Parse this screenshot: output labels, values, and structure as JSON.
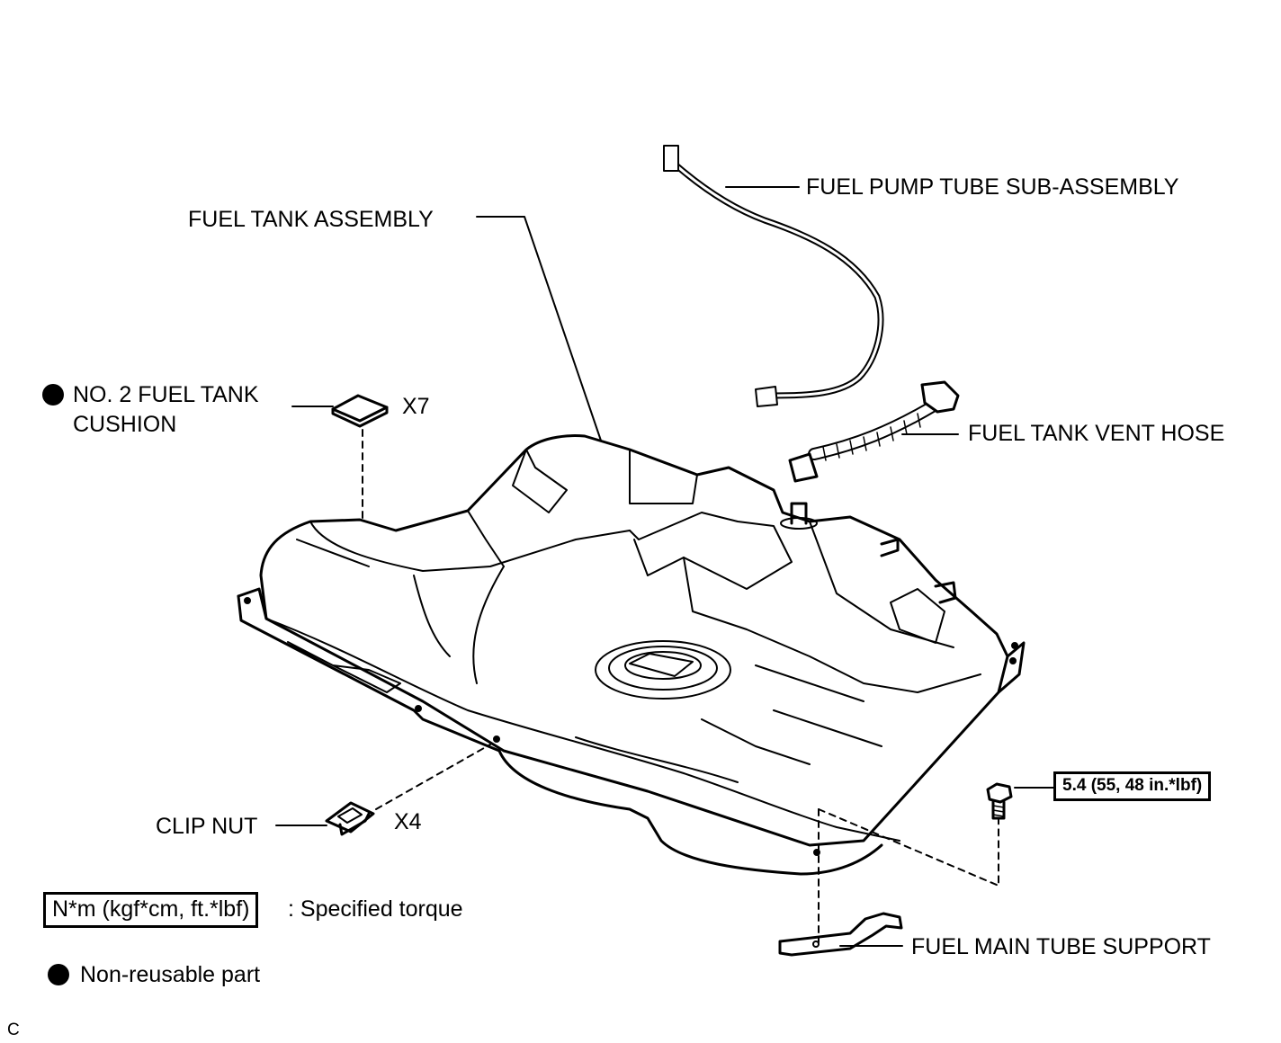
{
  "labels": {
    "fuel_pump_tube": "FUEL PUMP TUBE SUB-ASSEMBLY",
    "fuel_tank_assembly": "FUEL TANK ASSEMBLY",
    "cushion_line1": "NO. 2 FUEL TANK",
    "cushion_line2": "CUSHION",
    "cushion_qty": "X7",
    "vent_hose": "FUEL TANK VENT HOSE",
    "clip_nut": "CLIP NUT",
    "clip_qty": "X4",
    "main_tube_support": "FUEL MAIN TUBE SUPPORT",
    "torque_value": "5.4 (55, 48 in.*lbf)"
  },
  "legend": {
    "torque_unit": "N*m (kgf*cm, ft.*lbf)",
    "torque_desc": ": Specified torque",
    "nonreusable": "Non-reusable part"
  },
  "corner_mark": "C",
  "icons": {
    "nonreusable_marker": "black-dot-icon"
  }
}
